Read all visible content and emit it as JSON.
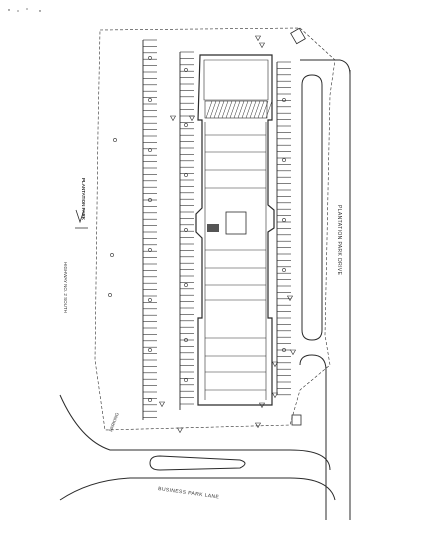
{
  "plan": {
    "road_right_label": "PLANTATION PARK DRIVE",
    "road_bottom_label": "BUSINESS PARK LANE",
    "side_label_left": "HIGHWAY NO. 2 SOUTH",
    "title_block_text": "PLANTATION PARK",
    "scale_text": "",
    "bottom_left_label": "PARKING"
  }
}
